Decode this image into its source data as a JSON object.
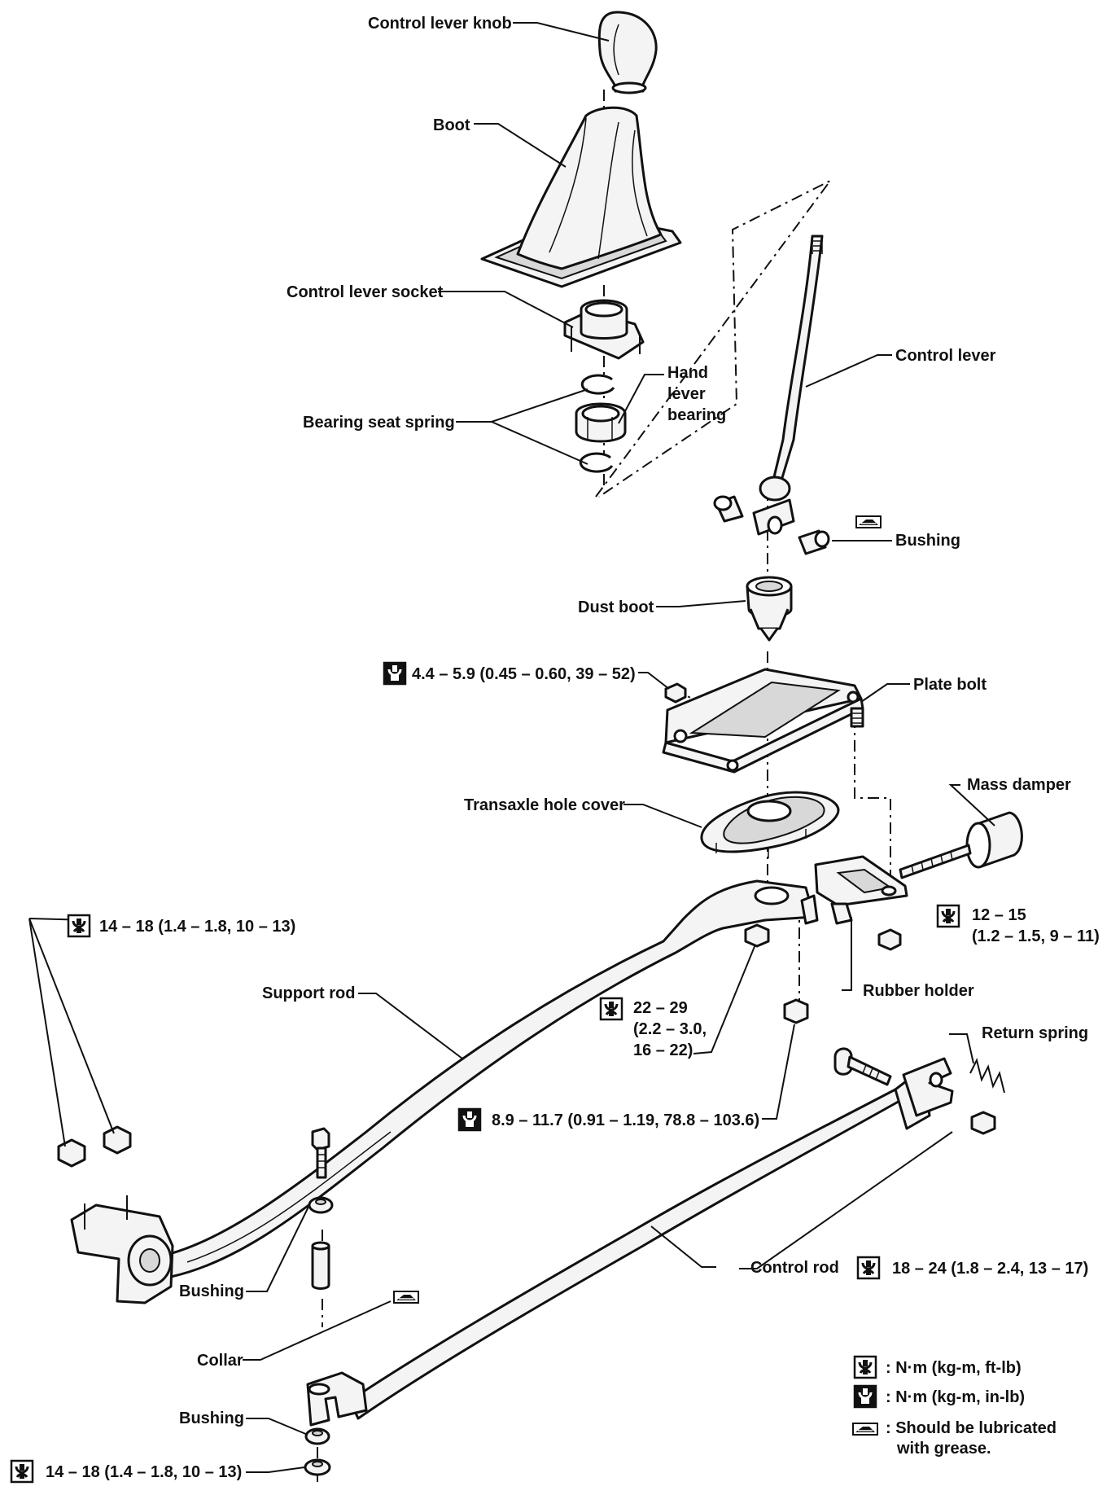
{
  "labels": {
    "knob": "Control lever knob",
    "boot": "Boot",
    "socket": "Control lever socket",
    "hand_bearing_1": "Hand",
    "hand_bearing_2": "lever",
    "hand_bearing_3": "bearing",
    "bearing_seat_spring": "Bearing seat spring",
    "control_lever": "Control lever",
    "bushing_top": "Bushing",
    "dust_boot": "Dust boot",
    "plate_bolt": "Plate bolt",
    "transaxle_hole_cover": "Transaxle hole cover",
    "mass_damper": "Mass damper",
    "rubber_holder": "Rubber holder",
    "support_rod": "Support rod",
    "return_spring": "Return spring",
    "control_rod": "Control rod",
    "bushing_upper": "Bushing",
    "collar": "Collar",
    "bushing_lower": "Bushing"
  },
  "torques": {
    "plate_bolt_torque": "4.4 – 5.9 (0.45 – 0.60, 39 – 52)",
    "support_rod_torque": "14 – 18 (1.4 – 1.8, 10 – 13)",
    "rubber_holder_torque_1": "12 – 15",
    "rubber_holder_torque_2": "(1.2 – 1.5, 9 – 11)",
    "bracket_torque_1": "22 – 29",
    "bracket_torque_2": "(2.2 – 3.0,",
    "bracket_torque_3": "16 – 22)",
    "nut_torque": "8.9 – 11.7 (0.91 – 1.19, 78.8 – 103.6)",
    "control_rod_torque": "18 – 24 (1.8 – 2.4, 13 – 17)",
    "bottom_torque": "14 – 18 (1.4 – 1.8, 10 – 13)"
  },
  "legend": {
    "torque_ft_lb": ": N·m (kg-m, ft-lb)",
    "torque_in_lb": ": N·m (kg-m, in-lb)",
    "grease_1": ": Should be lubricated",
    "grease_2": "with grease."
  },
  "icons": {
    "torque": "torque-wrench-icon",
    "torque_filled": "torque-wrench-filled-icon",
    "grease": "grease-icon"
  }
}
